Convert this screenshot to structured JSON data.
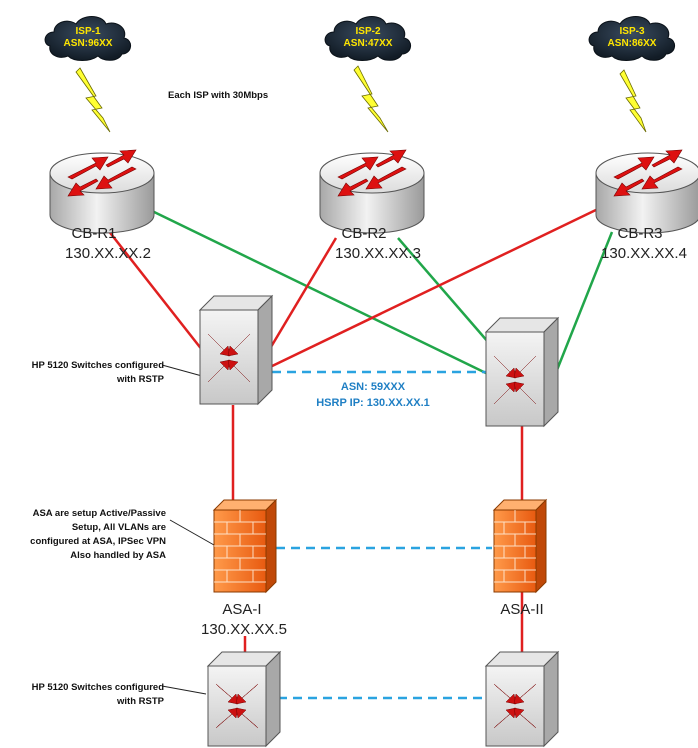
{
  "isps": [
    {
      "name": "ISP-1",
      "asn": "ASN:96XX"
    },
    {
      "name": "ISP-2",
      "asn": "ASN:47XX"
    },
    {
      "name": "ISP-3",
      "asn": "ASN:86XX"
    }
  ],
  "isp_note": "Each ISP with 30Mbps",
  "routers": [
    {
      "name": "CB-R1",
      "ip": "130.XX.XX.2"
    },
    {
      "name": "CB-R2",
      "ip": "130.XX.XX.3"
    },
    {
      "name": "CB-R3",
      "ip": "130.XX.XX.4"
    }
  ],
  "switch_note_top": [
    "HP 5120 Switches configured",
    "with RSTP"
  ],
  "core_info": {
    "asn": "ASN: 59XXX",
    "hsrp": "HSRP IP: 130.XX.XX.1"
  },
  "asa_note": [
    "ASA are setup Active/Passive",
    "Setup, All VLANs are",
    "configured at ASA, IPSec VPN",
    "Also handled by ASA"
  ],
  "firewalls": [
    {
      "name": "ASA-I",
      "ip": "130.XX.XX.5"
    },
    {
      "name": "ASA-II",
      "ip": ""
    }
  ],
  "switch_note_bottom": [
    "HP 5120 Switches configured",
    "with RSTP"
  ],
  "colors": {
    "red_link": "#e02020",
    "green_link": "#21a64a",
    "dashed_link": "#2aa3e0",
    "cloud": "#1c2b3a",
    "isp_text": "#ffe600",
    "info_text": "#1f7fc4"
  }
}
